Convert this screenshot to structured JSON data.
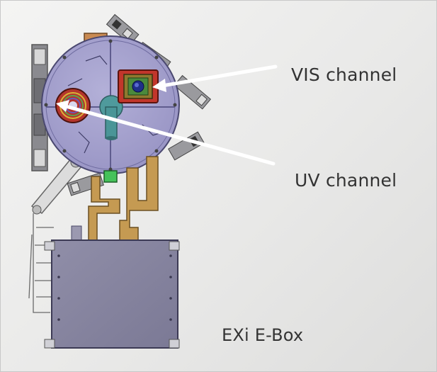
{
  "labels": {
    "vis_channel": "VIS channel",
    "uv_channel": "UV channel",
    "ebox": "EXi E-Box"
  },
  "colors": {
    "background": "#ebebea",
    "disk": "#a9a6d0",
    "ebox": "#85839e",
    "flex_cable": "#c59a52",
    "arrow": "#ffffff",
    "vis_sensor": "#c2362b",
    "uv_sensor": "#b4352c"
  }
}
